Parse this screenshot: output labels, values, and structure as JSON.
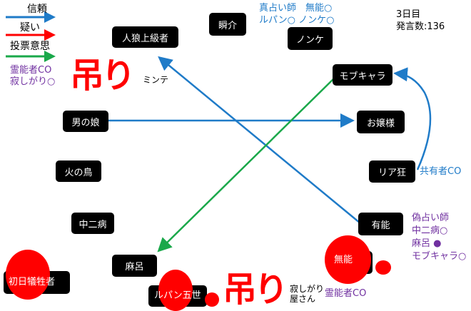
{
  "legend": {
    "trust": "信頼",
    "doubt": "疑い",
    "vote": "投票意思",
    "colors": {
      "trust": "#1f7bc8",
      "doubt": "#ff0000",
      "vote": "#1aa84a"
    }
  },
  "notes": {
    "top_left": [
      "霊能者CO",
      "寂しがり○"
    ],
    "top_center": [
      "真占い師　無能○",
      "ルパン○ ノンケ○"
    ],
    "status": [
      "3日目",
      "発言数:136"
    ],
    "riaku": "共有者CO",
    "yuno": [
      "偽占い師",
      "中二病○",
      "麻呂 ●",
      "モブキャラ○"
    ],
    "muno": "霊能者CO"
  },
  "nodes": {
    "shunsuke": "瞬介",
    "jinro": "人狼上級者",
    "nonke": "ノンケ",
    "mob": "モブキャラ",
    "minte": "ミンテ",
    "otokonoko": "男の娘",
    "ojousama": "お嬢様",
    "hinotori": "火の鳥",
    "riaku": "リア狂",
    "chuuni": "中二病",
    "yuno": "有能",
    "maro": "麻呂",
    "muno": "無能",
    "shonichi": "初日犠牲者",
    "lupin": "ルパン五世",
    "sabishi": "寂しがり屋さん"
  },
  "hanged_label": "吊り"
}
